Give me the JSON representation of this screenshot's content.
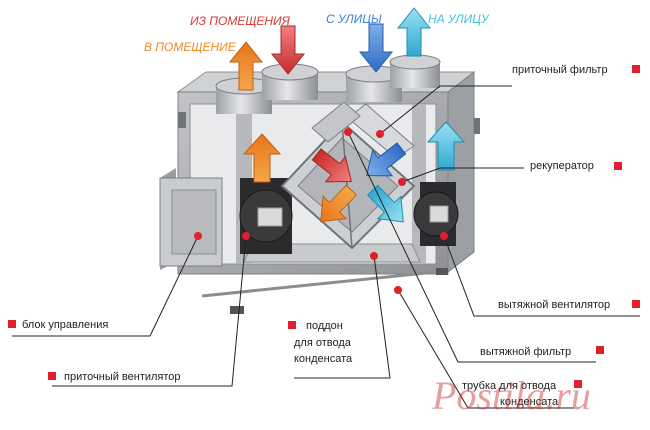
{
  "flow_labels": {
    "from_room": "ИЗ ПОМЕЩЕНИЯ",
    "to_room": "В ПОМЕЩЕНИЕ",
    "from_street": "С УЛИЦЫ",
    "to_street": "НА УЛИЦУ"
  },
  "labels": {
    "supply_filter": "приточный фильтр",
    "recuperator": "рекуператор",
    "exhaust_fan": "вытяжной вентилятор",
    "control_unit": "блок управления",
    "drain_pan_1": "поддон",
    "drain_pan_2": "для отвода",
    "drain_pan_3": "конденсата",
    "exhaust_filter": "вытяжной фильтр",
    "drain_tube_1": "трубка для отвода",
    "drain_tube_2": "конденсата",
    "supply_fan": "приточный вентилятор"
  },
  "watermark": "Postila.ru",
  "colors": {
    "marker": "#e0202a",
    "leader": "#222222",
    "orange": "#f08a24",
    "red": "#d63a3a",
    "blue": "#3a7fd5",
    "cyan": "#46bfe0",
    "housing": "#a9abae"
  }
}
